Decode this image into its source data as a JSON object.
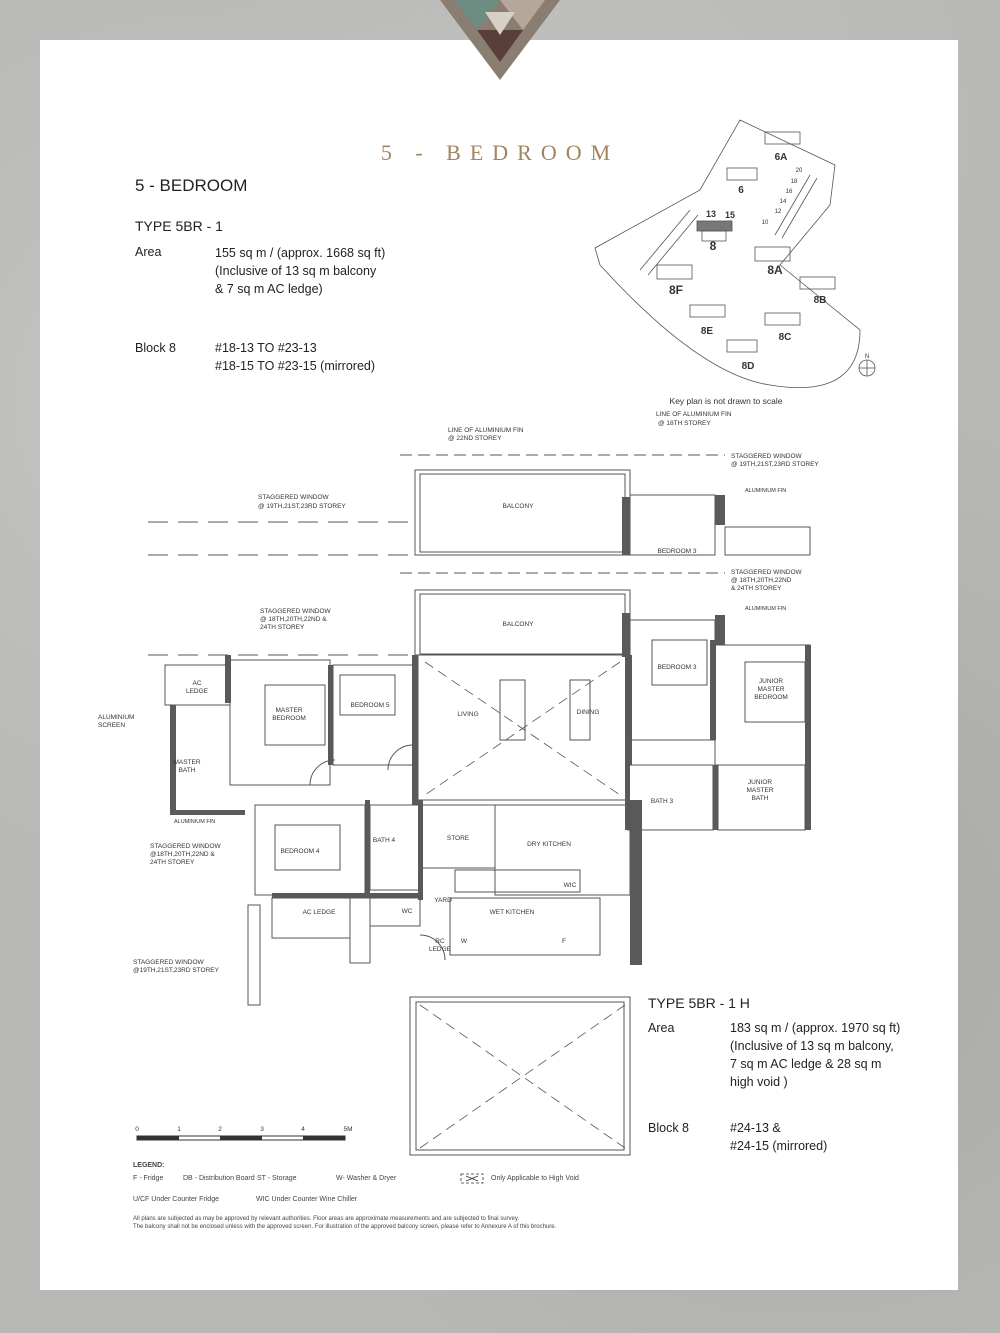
{
  "header": {
    "brand_title": "5 - BEDROOM",
    "section_title": "5 - BEDROOM",
    "type": "TYPE 5BR - 1"
  },
  "unit_1": {
    "area_label": "Area",
    "area_lines": [
      "155 sq m / (approx. 1668 sq ft)",
      "(Inclusive of 13 sq m balcony",
      "& 7 sq m AC ledge)"
    ],
    "block_label": "Block 8",
    "block_lines": [
      "#18-13 TO #23-13",
      "#18-15 TO #23-15 (mirrored)"
    ]
  },
  "unit_2": {
    "type": "TYPE 5BR - 1 H",
    "area_label": "Area",
    "area_lines": [
      "183 sq m / (approx. 1970 sq ft)",
      "(Inclusive of 13 sq m balcony,",
      "7 sq m AC ledge & 28 sq m",
      "high void )"
    ],
    "block_label": "Block 8",
    "block_lines": [
      "#24-13   &",
      "#24-15 (mirrored)"
    ]
  },
  "key_plan": {
    "blocks": [
      "6A",
      "6",
      "8",
      "8A",
      "8F",
      "8B",
      "8E",
      "8C",
      "8D"
    ],
    "units": [
      "13",
      "15"
    ],
    "side_numbers": [
      "20",
      "18",
      "16",
      "14",
      "12",
      "10"
    ],
    "north": "N",
    "note": "Key plan is not drawn to scale",
    "highlight_color": "#777777"
  },
  "plan_labels": {
    "fin_22": [
      "LINE OF ALUMINIUM FIN",
      "@ 22ND STOREY"
    ],
    "fin_18": [
      "LINE OF ALUMINIUM FIN",
      "@ 18TH STOREY"
    ],
    "stag_top_left": [
      "STAGGERED WINDOW",
      "@ 19TH,21ST,23RD STOREY"
    ],
    "stag_top_right": [
      "STAGGERED WINDOW",
      "@ 19TH,21ST,23RD STOREY"
    ],
    "stag_mid_left": [
      "STAGGERED WINDOW",
      "@ 18TH,20TH,22ND &",
      "24TH STOREY"
    ],
    "stag_mid_right": [
      "STAGGERED WINDOW",
      "@ 18TH,20TH,22ND",
      "& 24TH STOREY"
    ],
    "alu_fin": "ALUMINIUM FIN",
    "balcony": "BALCONY",
    "bedroom3": "BEDROOM 3",
    "ac_ledge": [
      "AC",
      "LEDGE"
    ],
    "alu_screen": [
      "ALUMINIUM",
      "SCREEN"
    ],
    "master_bedroom": [
      "MASTER",
      "BEDROOM"
    ],
    "bedroom5": "BEDROOM 5",
    "living": "LIVING",
    "dining": "DINING",
    "junior_master_bedroom": [
      "JUNIOR",
      "MASTER",
      "BEDROOM"
    ],
    "master_bath": [
      "MASTER",
      "BATH"
    ],
    "bath3": "BATH 3",
    "junior_master_bath": [
      "JUNIOR",
      "MASTER",
      "BATH"
    ],
    "stag_lower_left": [
      "STAGGERED WINDOW",
      "@18TH,20TH,22ND &",
      "24TH STOREY"
    ],
    "bedroom4": "BEDROOM 4",
    "bath4": "BATH 4",
    "store": "STORE",
    "dry_kitchen": "DRY KITCHEN",
    "wic": "WIC",
    "yard": "YARD",
    "wc": "WC",
    "ac_ledge_lower": "AC LEDGE",
    "wet_kitchen": "WET KITCHEN",
    "rc_ledge": [
      "RC",
      "LEDGE"
    ],
    "w": "W",
    "f": "F",
    "stag_bottom": [
      "STAGGERED WINDOW",
      "@19TH,21ST,23RD STOREY"
    ]
  },
  "scale": {
    "ticks": [
      "0",
      "1",
      "2",
      "3",
      "4",
      "5M"
    ]
  },
  "legend": {
    "title": "LEGEND:",
    "items": [
      "F - Fridge",
      "DB - Distribution Board",
      "ST - Storage",
      "W- Washer & Dryer",
      "Only Applicable to High Void",
      "U/CF   Under Counter Fridge",
      "WIC   Under Counter Wine Chiller"
    ],
    "disclaimer": [
      "All plans are subjected as may be approved by relevant authorities. Floor areas are approximate measurements and are subjected to final survey.",
      "The balcony shall not be enclosed unless with the approved screen. For illustration of the approved balcony screen, please refer to Annexure A of this brochure."
    ]
  },
  "colors": {
    "accent_gold": "#a4835f",
    "wall": "#5a5a5a",
    "background": "#b8b8b6"
  }
}
